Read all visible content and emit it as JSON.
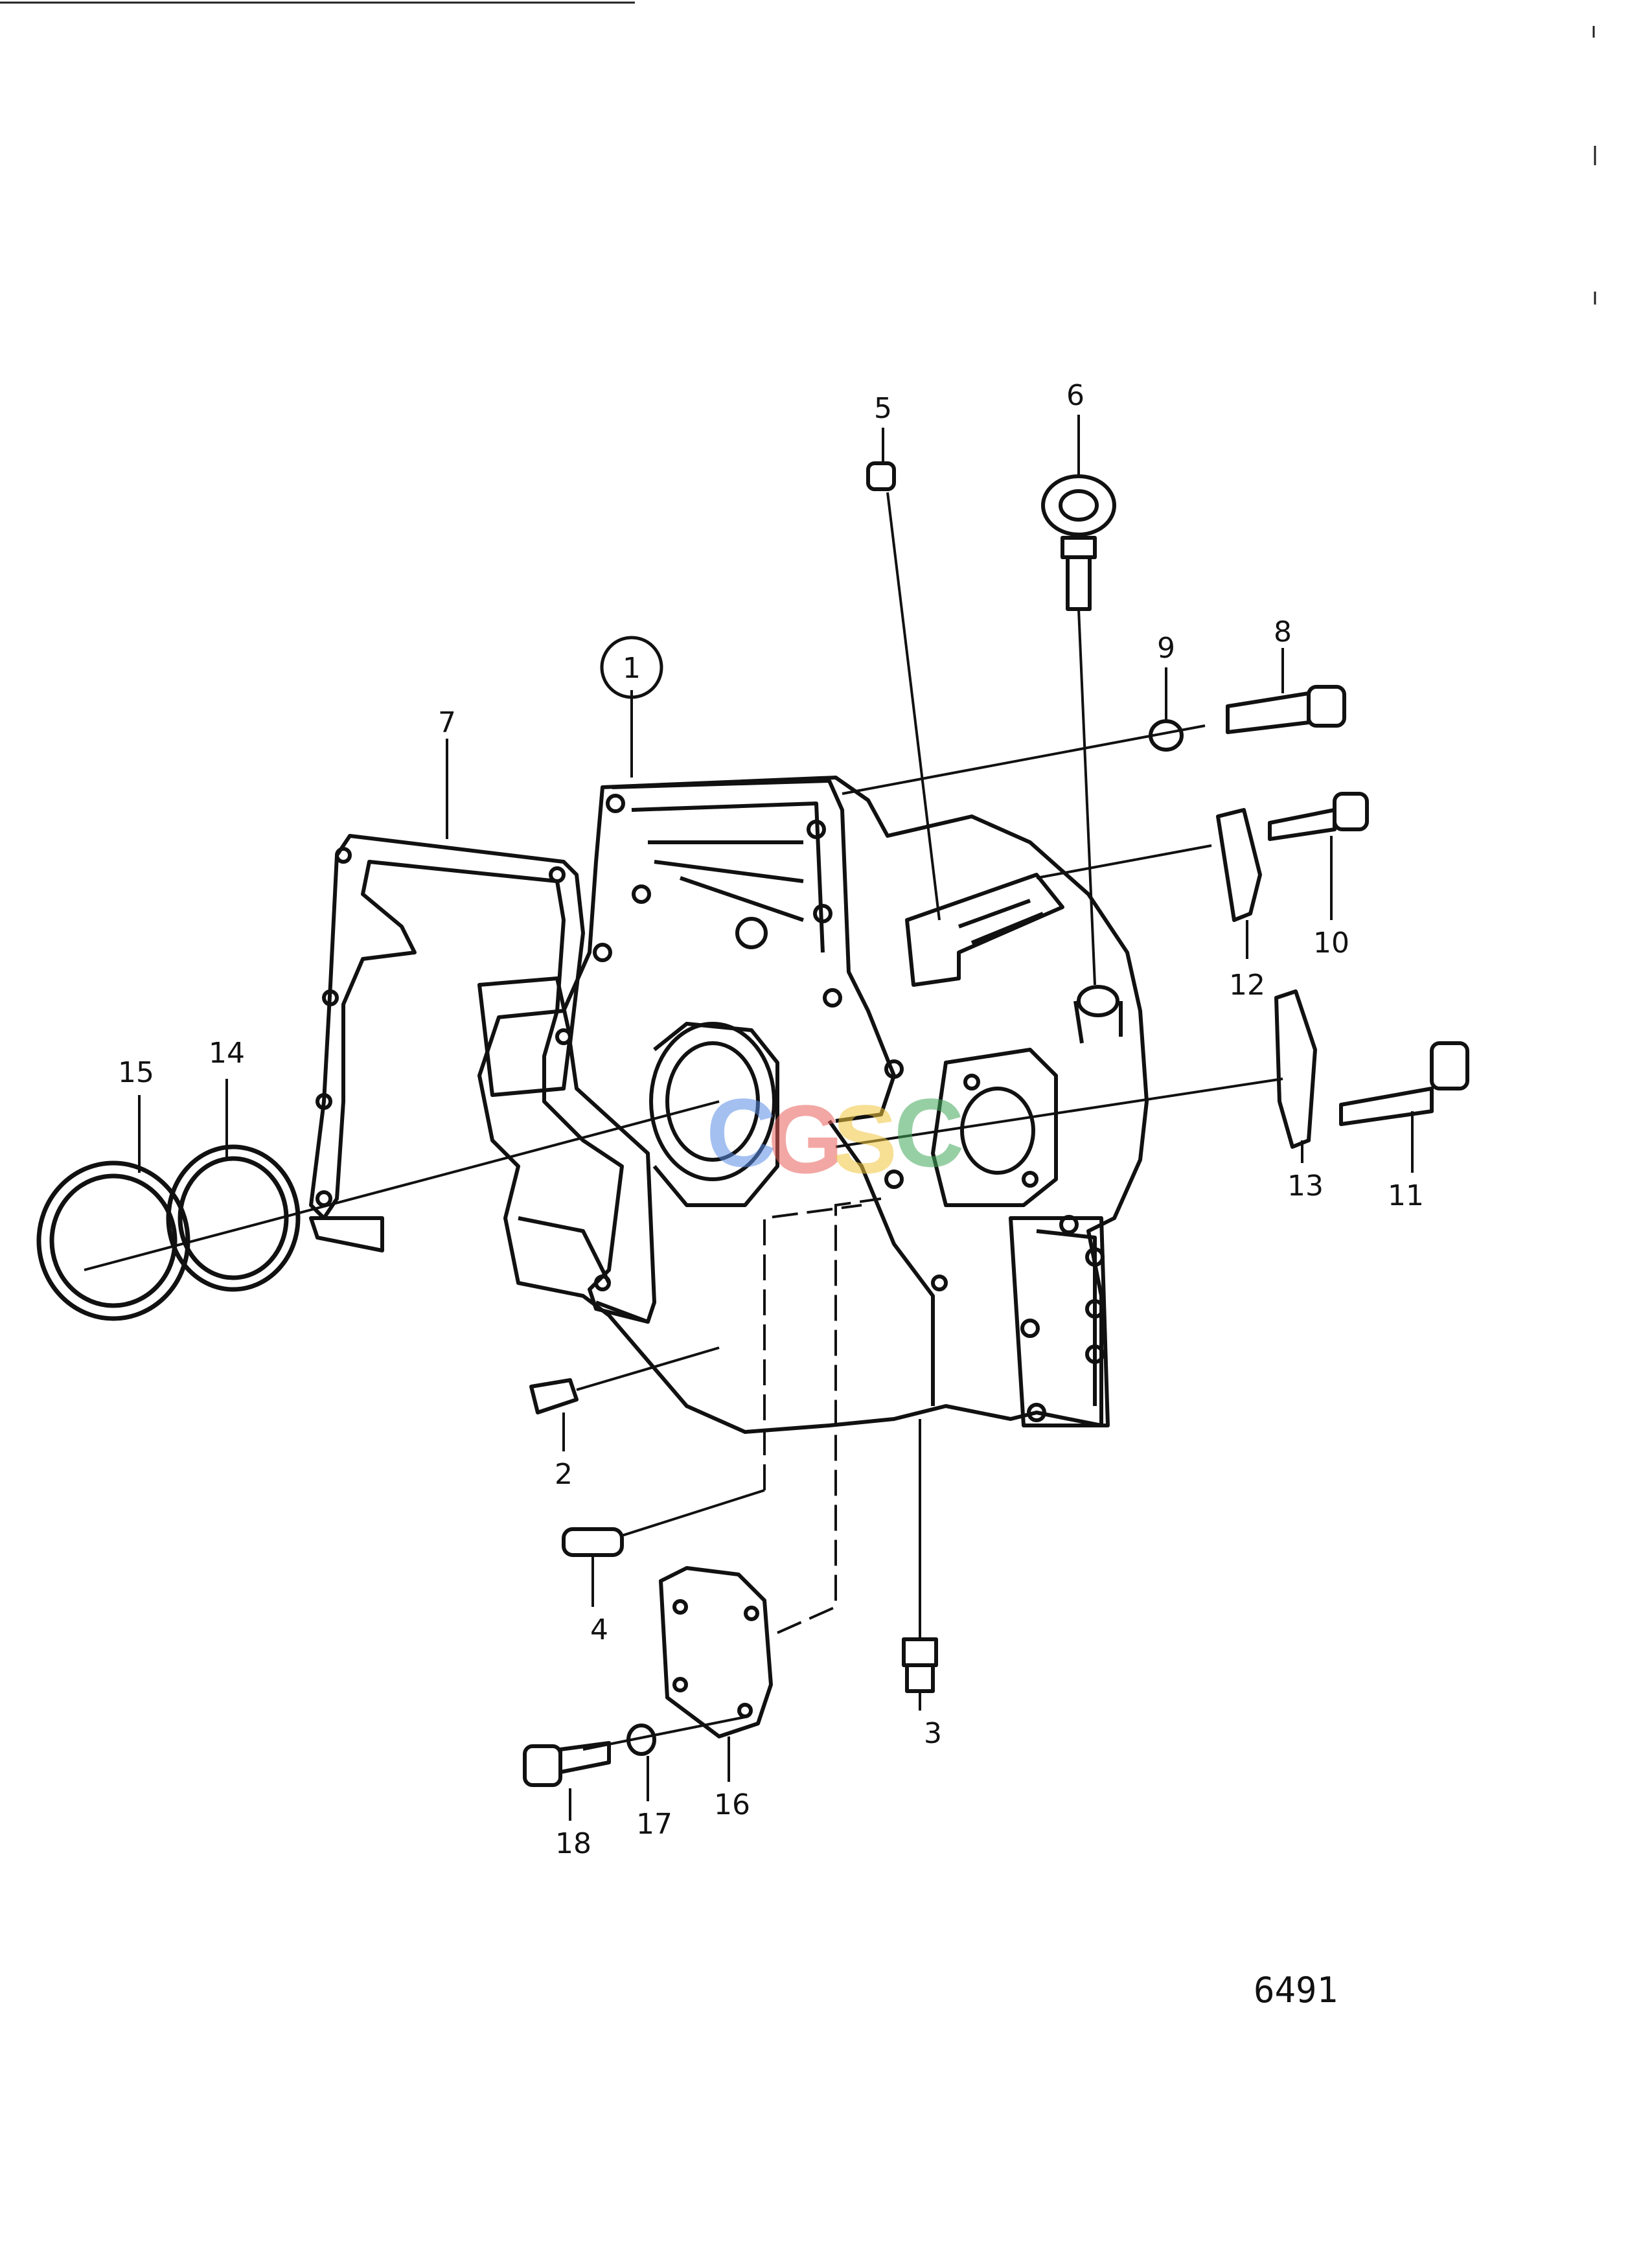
{
  "labels": {
    "l1": "1",
    "l2": "2",
    "l3": "3",
    "l4": "4",
    "l5": "5",
    "l6": "6",
    "l7": "7",
    "l8": "8",
    "l9": "9",
    "l10": "10",
    "l11": "11",
    "l12": "12",
    "l13": "13",
    "l14": "14",
    "l15": "15",
    "l16": "16",
    "l17": "17",
    "l18": "18"
  },
  "reference_code": "6491",
  "watermark": {
    "c1": "C",
    "g": "G",
    "s": "S",
    "c2": "C"
  },
  "colors": {
    "ink": "#111111",
    "wm_blue": "#5b8de6",
    "wm_red": "#e8605a",
    "wm_yellow": "#f2c53d",
    "wm_green": "#43a85a"
  }
}
